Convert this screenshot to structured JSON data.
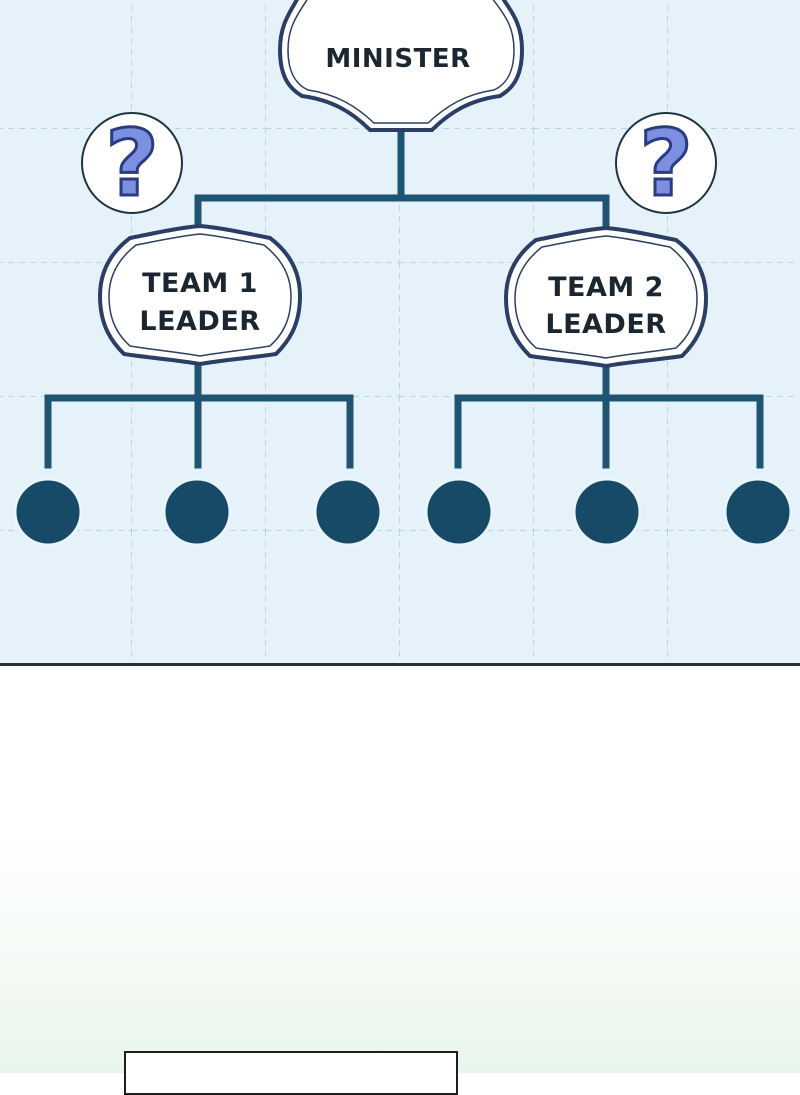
{
  "diagram": {
    "root": {
      "label": "MINISTER"
    },
    "leaders": [
      {
        "line1": "TEAM 1",
        "line2": "LEADER",
        "unknown_mark": "?"
      },
      {
        "line1": "TEAM 2",
        "line2": "LEADER",
        "unknown_mark": "?"
      }
    ],
    "members_per_team": 3,
    "colors": {
      "background": "#e6f2fa",
      "grid": "#bcd4e3",
      "connector": "#1e5472",
      "member_dot": "#174a66",
      "frame_border": "#2b3e63",
      "question_mark": "#7d8fe0"
    },
    "icons": {
      "unknown": "question-mark-icon"
    }
  }
}
